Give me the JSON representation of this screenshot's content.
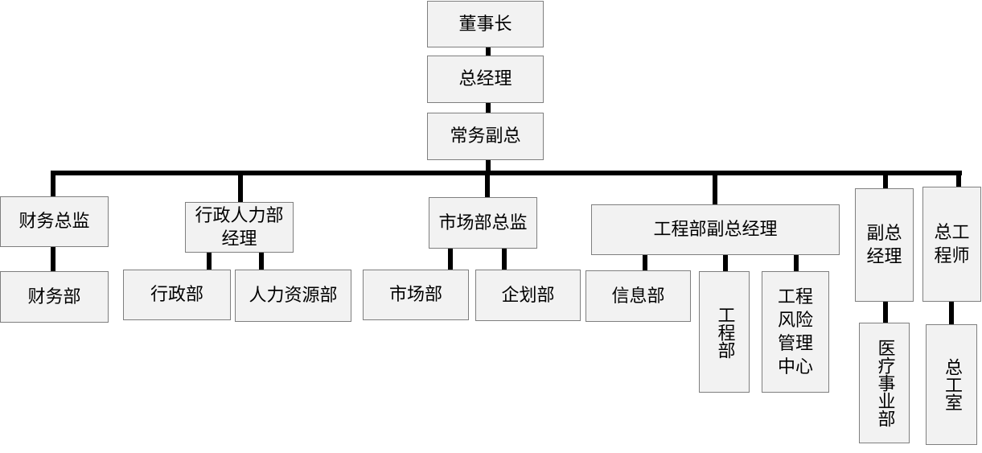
{
  "nodes": {
    "chairman": "董事长",
    "gm": "总经理",
    "exec_vp": "常务副总",
    "finance_director": "财务总监",
    "finance_dept": "财务部",
    "admin_hr_manager": "行政人力部经理",
    "admin_dept": "行政部",
    "hr_dept": "人力资源部",
    "marketing_director": "市场部总监",
    "marketing_dept": "市场部",
    "planning_dept": "企划部",
    "engineering_deputy_gm": "工程部副总经理",
    "it_dept": "信息部",
    "engineering_dept": "工程部",
    "engineering_risk_center": "工程风险管理中心",
    "deputy_gm": "副总经理",
    "medical_business_dept": "医疗事业部",
    "chief_engineer": "总工程师",
    "chief_engineer_office": "总工室"
  },
  "colors": {
    "box_fill": "#f2f2f2",
    "box_border": "#7f7f7f",
    "connector": "#000000"
  }
}
